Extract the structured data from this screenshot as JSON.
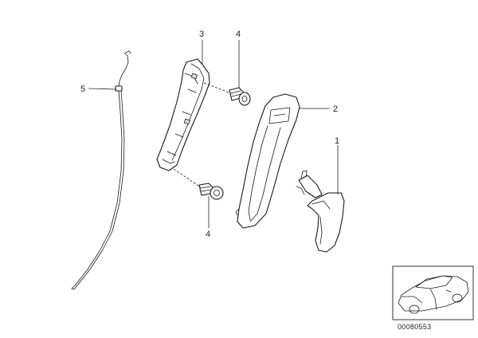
{
  "callouts": {
    "c1": "1",
    "c2": "2",
    "c3": "3",
    "c4_top": "4",
    "c4_bottom": "4",
    "c5": "5"
  },
  "diagram_number": "00080553"
}
